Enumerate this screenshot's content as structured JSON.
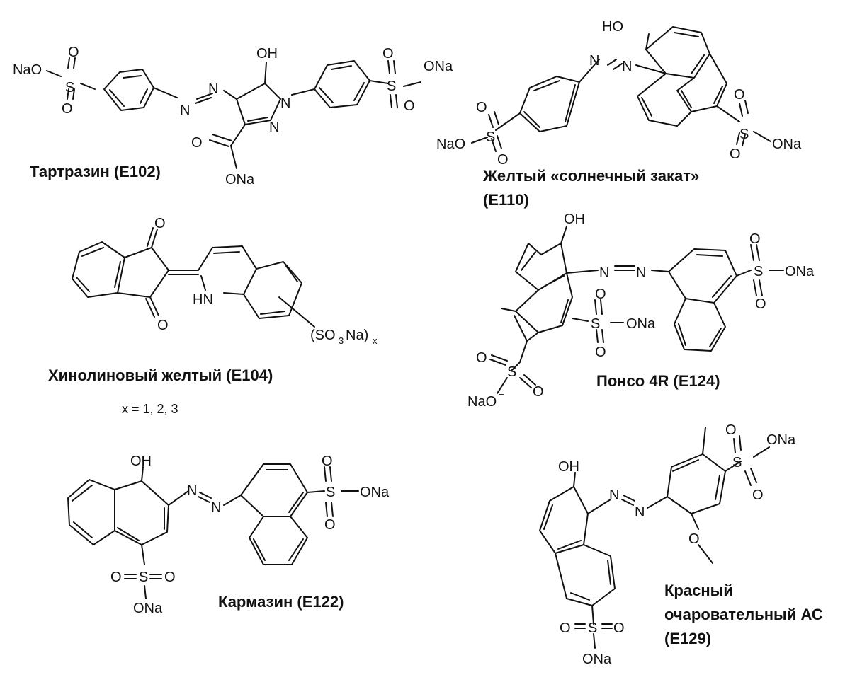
{
  "compounds": {
    "tartrazine": {
      "caption": "Тартразин (E102)",
      "atoms": {
        "na_o_left": "NaO",
        "s_left": "S",
        "o_left_top": "O",
        "o_left_bottom": "O",
        "n1": "N",
        "n2": "N",
        "oh": "OH",
        "ring_n1": "N",
        "ring_n2": "N",
        "carbonyl_o": "O",
        "ona_carboxyl": "ONa",
        "s_right": "S",
        "o_right_top": "O",
        "o_right_bottom": "O",
        "ona_right": "ONa"
      }
    },
    "sunset_yellow": {
      "caption_line1": "Желтый «солнечный закат»",
      "caption_line2": "(E110)",
      "atoms": {
        "ho": "HO",
        "n1": "N",
        "n2": "N",
        "s_left": "S",
        "o_left_top": "O",
        "o_left_bottom": "O",
        "na_o_left": "NaO",
        "s_right": "S",
        "o_right_top": "O",
        "o_right_bottom": "O",
        "ona_right": "ONa"
      }
    },
    "quinoline_yellow": {
      "caption": "Хинолиновый желтый (E104)",
      "note": "x = 1, 2, 3",
      "atoms": {
        "o_top": "O",
        "o_bottom": "O",
        "hn": "HN",
        "so3na_open": "(SO",
        "so3na_sub3": "3",
        "so3na_mid": "Na)",
        "so3na_subx": "x"
      }
    },
    "ponceau_4r": {
      "caption": "Понсо 4R (E124)",
      "atoms": {
        "oh": "OH",
        "n1": "N",
        "n2": "N",
        "s_mid": "S",
        "o_mid_top": "O",
        "o_mid_bottom": "O",
        "ona_mid": "ONa",
        "s_right": "S",
        "o_right_top": "O",
        "o_right_bottom": "O",
        "ona_right": "ONa",
        "s_bottom": "S",
        "o_bottom_left": "O",
        "o_bottom_right": "O",
        "na_o_minus": "NaO",
        "minus": "−"
      }
    },
    "carmoisine": {
      "caption": "Кармазин (E122)",
      "atoms": {
        "oh": "OH",
        "n1": "N",
        "n2": "N",
        "s_right": "S",
        "o_right_top": "O",
        "o_right_bottom": "O",
        "ona_right": "ONa",
        "s_bottom": "S",
        "o_bottom_left": "O",
        "o_bottom_right": "O",
        "ona_bottom": "ONa"
      }
    },
    "allura_red": {
      "caption_line1": "Красный",
      "caption_line2": "очаровательный АС",
      "caption_line3": "(E129)",
      "atoms": {
        "oh": "OH",
        "n1": "N",
        "n2": "N",
        "s_right": "S",
        "o_right_top": "O",
        "o_right_bottom": "O",
        "ona_right": "ONa",
        "methoxy_o": "O",
        "s_bottom": "S",
        "o_bottom_left": "O",
        "o_bottom_right": "O",
        "ona_bottom": "ONa"
      }
    }
  }
}
